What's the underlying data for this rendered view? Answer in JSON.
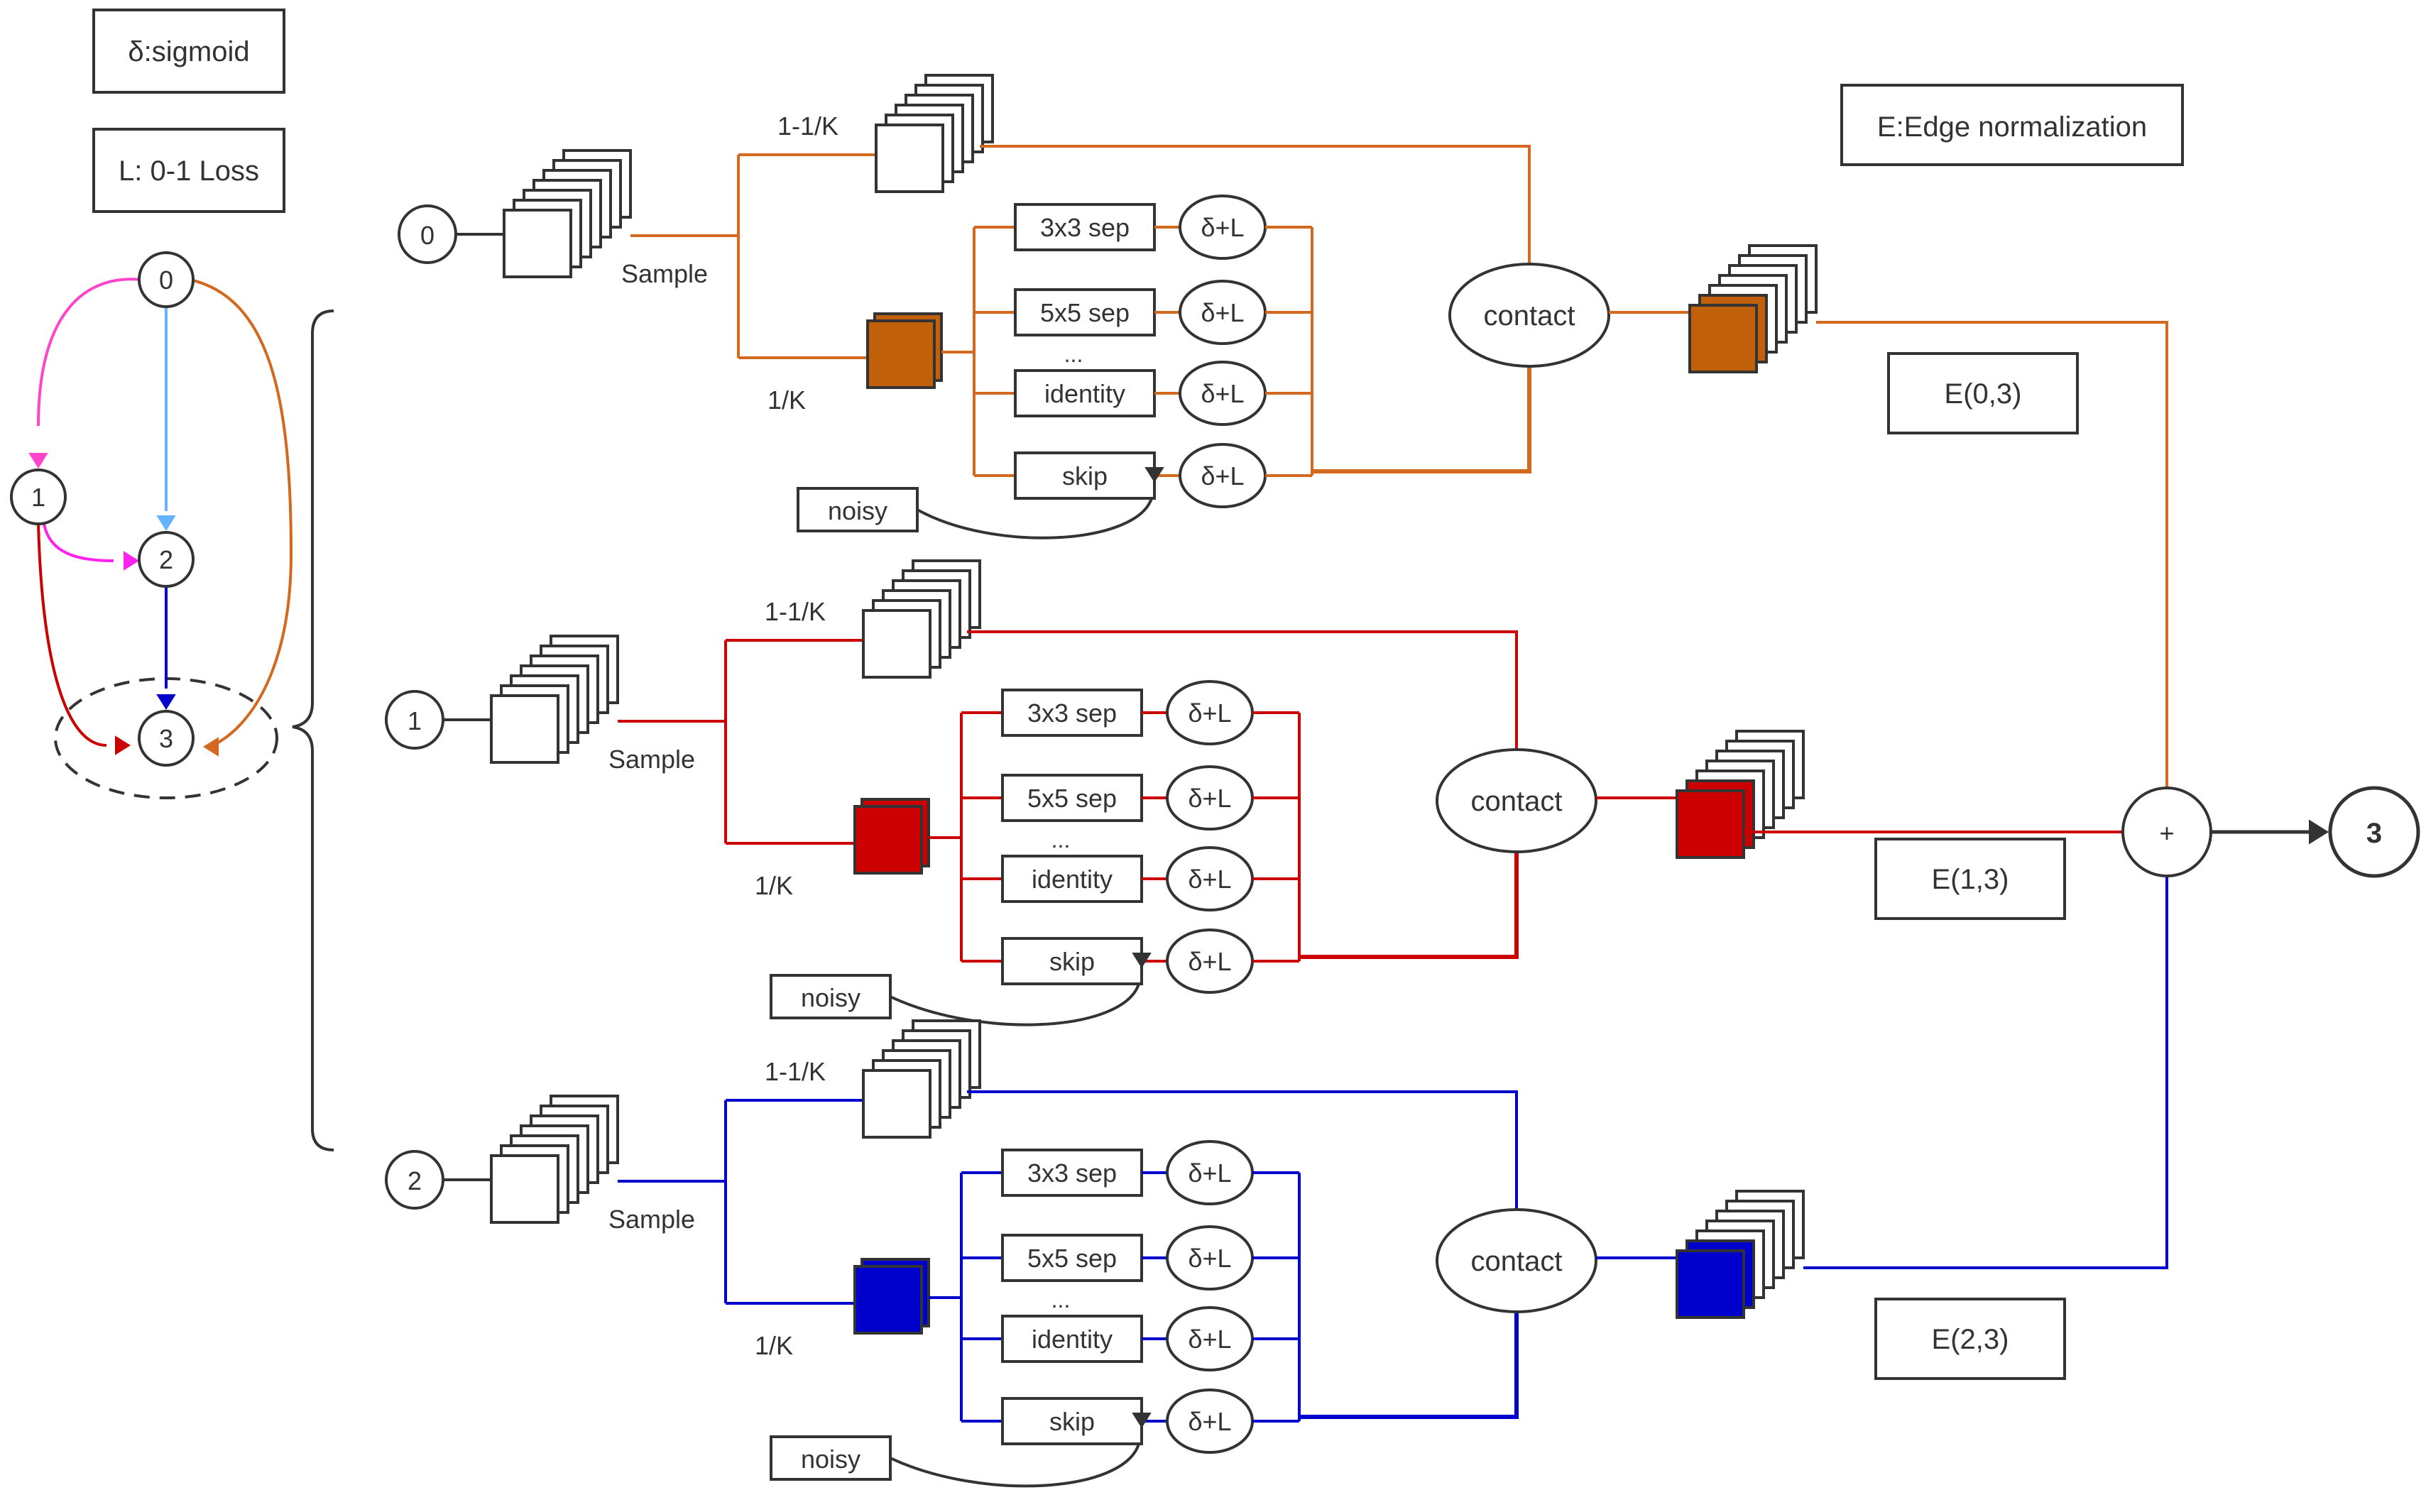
{
  "legend": {
    "sigmoid": "δ:sigmoid",
    "loss": "L: 0-1 Loss",
    "edge_norm": "E:Edge normalization"
  },
  "mini_graph": {
    "nodes": [
      "0",
      "1",
      "2",
      "3"
    ],
    "edge_colors": {
      "e01": "#ff44cc",
      "e02": "#66b3ff",
      "e03": "#d2691e",
      "e12": "#ff22ee",
      "e13": "#cc0000",
      "e23": "#0000cc"
    }
  },
  "rows": [
    {
      "input_node": "0",
      "color": "#d2691e",
      "fill": "#c0600a",
      "sample_label": "Sample",
      "top_branch": "1-1/K",
      "bottom_branch": "1/K",
      "ops": [
        "3x3 sep",
        "5x5 sep",
        "identity",
        "skip"
      ],
      "ellipsis": "...",
      "act": "δ+L",
      "noisy": "noisy",
      "concat": "contact",
      "edge_norm": "E(0,3)"
    },
    {
      "input_node": "1",
      "color": "#cc0000",
      "fill": "#cc0000",
      "sample_label": "Sample",
      "top_branch": "1-1/K",
      "bottom_branch": "1/K",
      "ops": [
        "3x3 sep",
        "5x5 sep",
        "identity",
        "skip"
      ],
      "ellipsis": "...",
      "act": "δ+L",
      "noisy": "noisy",
      "concat": "contact",
      "edge_norm": "E(1,3)"
    },
    {
      "input_node": "2",
      "color": "#0000cc",
      "fill": "#0000cc",
      "sample_label": "Sample",
      "top_branch": "1-1/K",
      "bottom_branch": "1/K",
      "ops": [
        "3x3 sep",
        "5x5 sep",
        "identity",
        "skip"
      ],
      "ellipsis": "...",
      "act": "δ+L",
      "noisy": "noisy",
      "concat": "contact",
      "edge_norm": "E(2,3)"
    }
  ],
  "sum_symbol": "+",
  "output_node": "3"
}
